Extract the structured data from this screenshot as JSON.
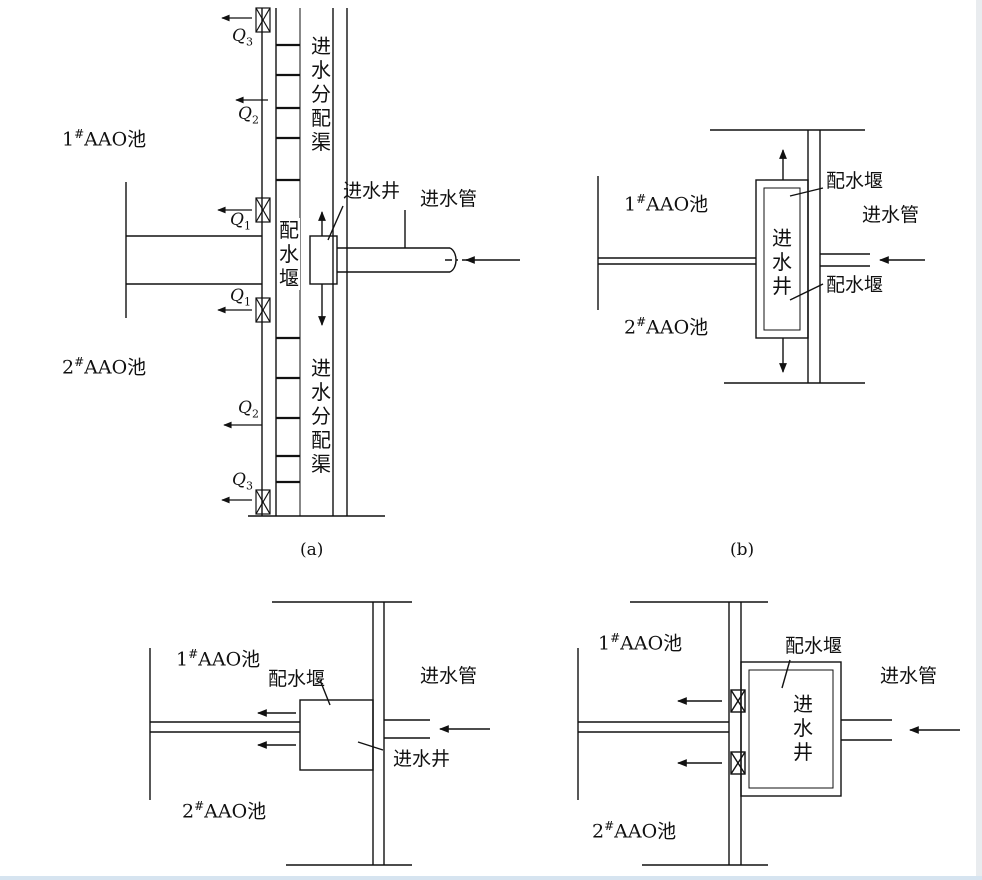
{
  "diagram_a": {
    "caption": "(a)",
    "pool1": "AAO池",
    "pool1_num": "1",
    "pool1_sup": "#",
    "pool2": "AAO池",
    "pool2_num": "2",
    "pool2_sup": "#",
    "inlet_pipe": "进水管",
    "inlet_well": "进水井",
    "weir_chars": [
      "配",
      "水",
      "堰"
    ],
    "channel_top_chars": [
      "进",
      "水",
      "分",
      "配",
      "渠"
    ],
    "channel_bottom_chars": [
      "进",
      "水",
      "分",
      "配",
      "渠"
    ],
    "flows": [
      {
        "q": "Q",
        "n": "3"
      },
      {
        "q": "Q",
        "n": "2"
      },
      {
        "q": "Q",
        "n": "1"
      },
      {
        "q": "Q",
        "n": "1"
      },
      {
        "q": "Q",
        "n": "2"
      },
      {
        "q": "Q",
        "n": "3"
      }
    ]
  },
  "diagram_b": {
    "caption": "(b)",
    "pool1": "AAO池",
    "pool1_num": "1",
    "pool1_sup": "#",
    "pool2": "AAO池",
    "pool2_num": "2",
    "pool2_sup": "#",
    "weir_top": "配水堰",
    "weir_bottom": "配水堰",
    "inlet_pipe": "进水管",
    "well_chars": [
      "进",
      "水",
      "井"
    ]
  },
  "diagram_c": {
    "pool1": "AAO池",
    "pool1_num": "1",
    "pool1_sup": "#",
    "pool2": "AAO池",
    "pool2_num": "2",
    "pool2_sup": "#",
    "weir": "配水堰",
    "inlet_pipe": "进水管",
    "inlet_well": "进水井"
  },
  "diagram_d": {
    "pool1": "AAO池",
    "pool1_num": "1",
    "pool1_sup": "#",
    "pool2": "AAO池",
    "pool2_num": "2",
    "pool2_sup": "#",
    "weir": "配水堰",
    "inlet_pipe": "进水管",
    "well_chars": [
      "进",
      "水",
      "井"
    ]
  }
}
